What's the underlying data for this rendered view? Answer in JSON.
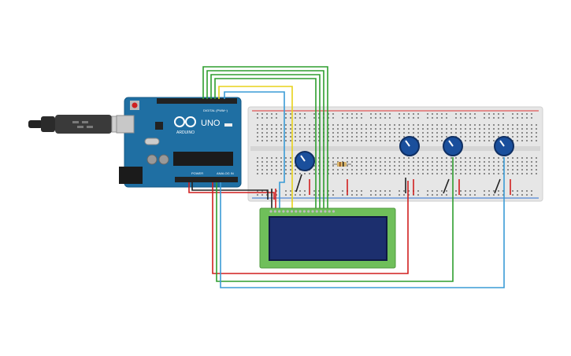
{
  "arduino": {
    "brand": "UNO",
    "logo_text": "ARDUINO",
    "digital_label": "DIGITAL (PWM~)",
    "power_label": "POWER",
    "analog_label": "ANALOG IN",
    "color": "#1f6fa3"
  },
  "usb_cable": {
    "icon": "usb-plug-icon"
  },
  "breadboard": {
    "color": "#e6e6e6",
    "rail_red": "#d33",
    "rail_blue": "#2a6fd1"
  },
  "lcd": {
    "display_color": "#1c2f6e",
    "pcb_color": "#6fbf5a",
    "header_pins": 16
  },
  "potentiometers": {
    "count": 4,
    "knob_color": "#1a4f9c"
  },
  "resistor": {
    "color": "#d9b56b"
  },
  "wires": {
    "green": "#2f9e2f",
    "yellow": "#e8d21a",
    "blue": "#3a9bd6",
    "red": "#d11f1f",
    "black": "#222222"
  }
}
